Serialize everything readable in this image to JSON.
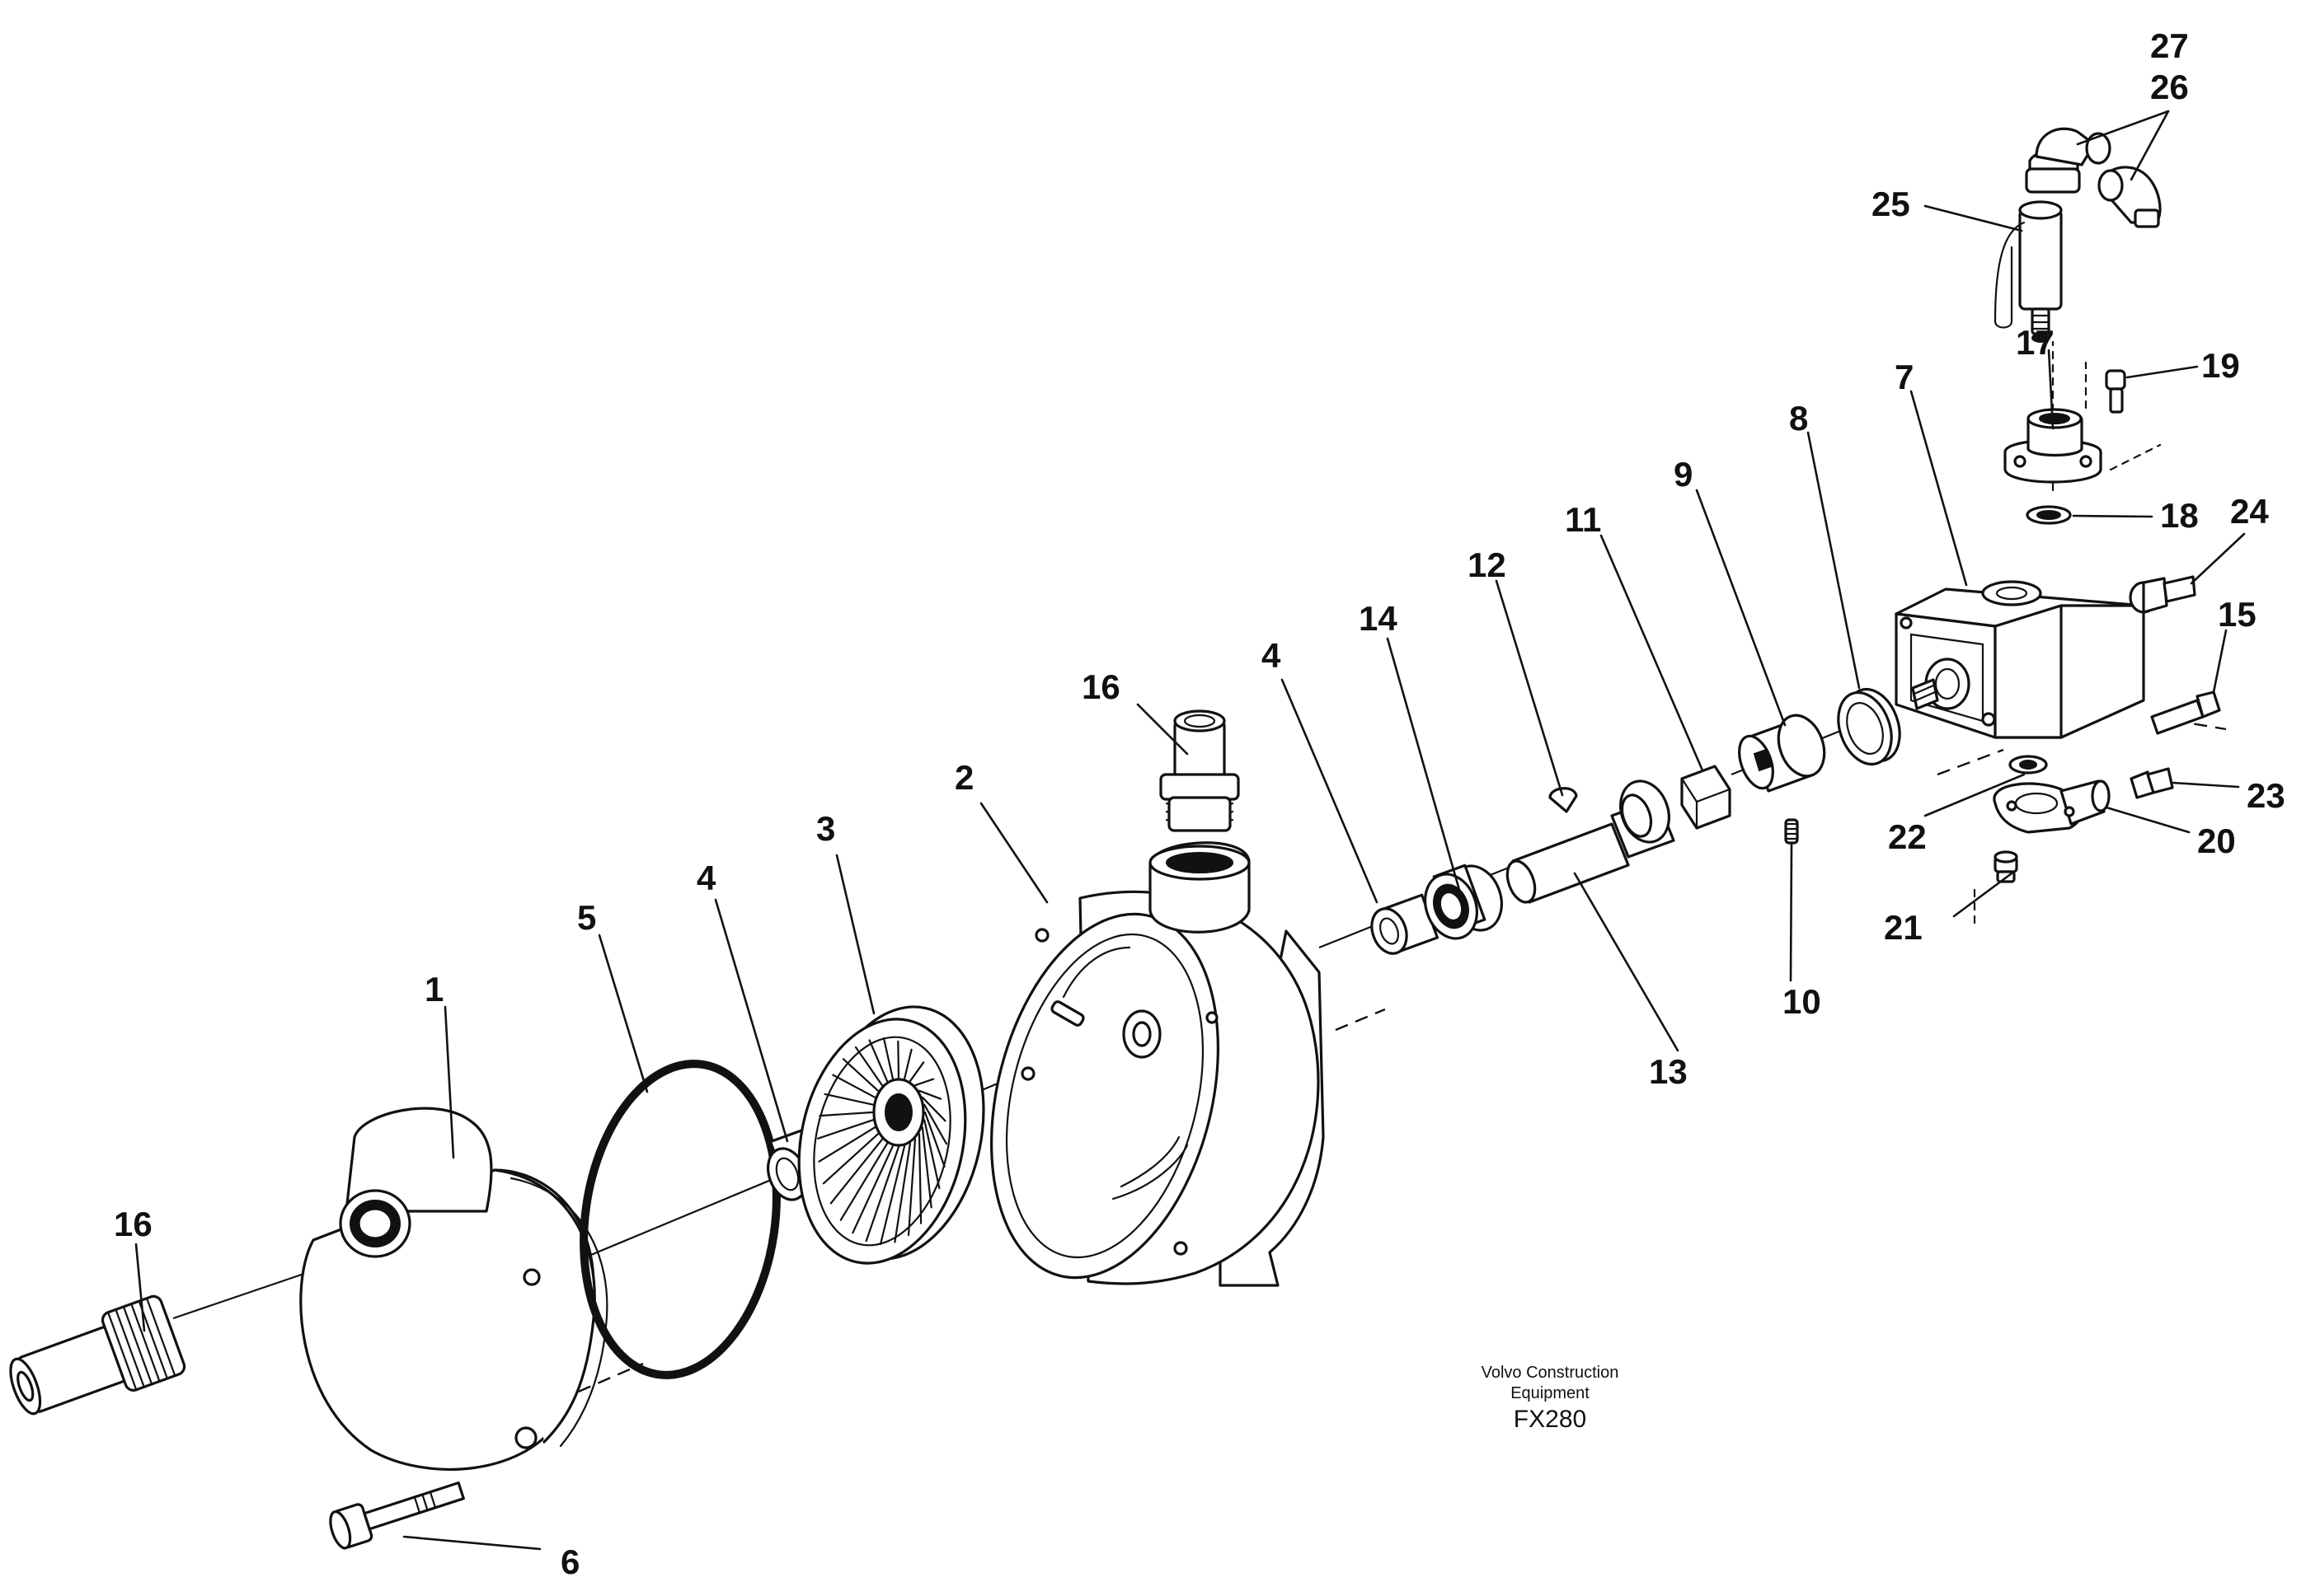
{
  "diagram": {
    "callouts": [
      {
        "id": "c1",
        "label": "1"
      },
      {
        "id": "c2",
        "label": "2"
      },
      {
        "id": "c3",
        "label": "3"
      },
      {
        "id": "c4a",
        "label": "4"
      },
      {
        "id": "c4b",
        "label": "4"
      },
      {
        "id": "c5",
        "label": "5"
      },
      {
        "id": "c6",
        "label": "6"
      },
      {
        "id": "c7",
        "label": "7"
      },
      {
        "id": "c8",
        "label": "8"
      },
      {
        "id": "c9",
        "label": "9"
      },
      {
        "id": "c10",
        "label": "10"
      },
      {
        "id": "c11",
        "label": "11"
      },
      {
        "id": "c12",
        "label": "12"
      },
      {
        "id": "c13",
        "label": "13"
      },
      {
        "id": "c14",
        "label": "14"
      },
      {
        "id": "c15",
        "label": "15"
      },
      {
        "id": "c16a",
        "label": "16"
      },
      {
        "id": "c16b",
        "label": "16"
      },
      {
        "id": "c17",
        "label": "17"
      },
      {
        "id": "c18",
        "label": "18"
      },
      {
        "id": "c19",
        "label": "19"
      },
      {
        "id": "c20",
        "label": "20"
      },
      {
        "id": "c21",
        "label": "21"
      },
      {
        "id": "c22",
        "label": "22"
      },
      {
        "id": "c23",
        "label": "23"
      },
      {
        "id": "c24",
        "label": "24"
      },
      {
        "id": "c25",
        "label": "25"
      },
      {
        "id": "c26",
        "label": "26"
      },
      {
        "id": "c27",
        "label": "27"
      }
    ]
  },
  "watermark": {
    "line1": "Volvo Construction",
    "line2": "Equipment",
    "code": "FX280"
  }
}
